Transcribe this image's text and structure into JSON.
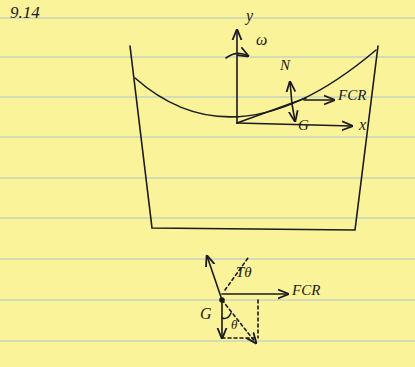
{
  "diagram": {
    "labels": [
      "9.14",
      "y",
      "ω",
      "N",
      "FCR",
      "G",
      "x",
      "Tθ",
      "FCR",
      "G",
      "θ"
    ]
  }
}
